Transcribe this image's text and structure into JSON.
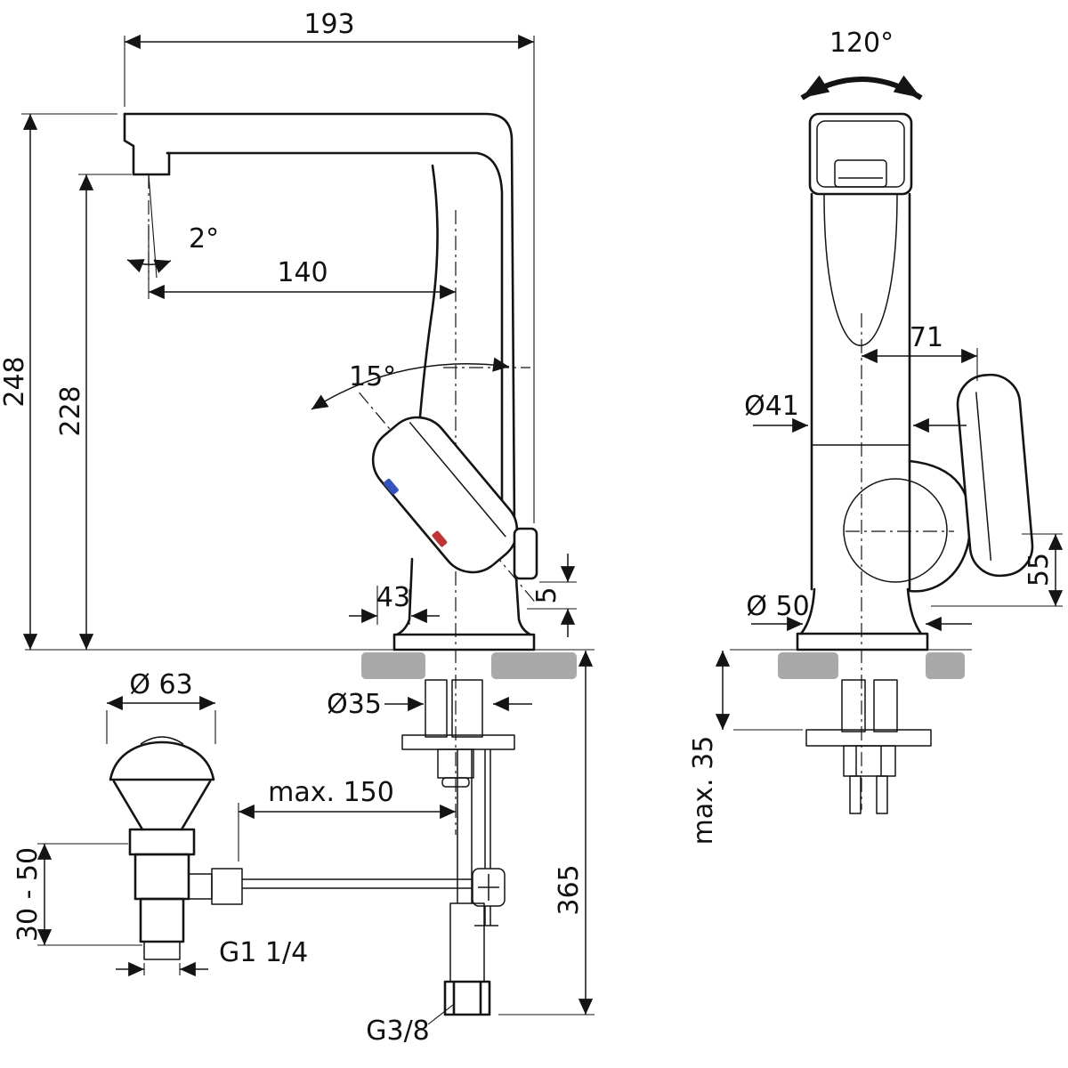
{
  "drawing": {
    "kind": "basin-mixer-technical-drawing",
    "views": {
      "side": {
        "dims": {
          "spout_reach": "193",
          "spout_angle": "2°",
          "outlet_to_center": "140",
          "total_height": "248",
          "outlet_height": "228",
          "handle_angle": "15°",
          "base_offset": "43",
          "base_lip": "5",
          "hole_diameter": "Ø35",
          "rod_reach": "max. 150",
          "hose_drop": "365",
          "waste_cap_diameter": "Ø 63",
          "waste_height_range": "30 - 50",
          "waste_thread": "G1 1/4",
          "hose_thread": "G3/8"
        }
      },
      "front": {
        "dims": {
          "swivel_angle": "120°",
          "handle_offset": "71",
          "body_diameter": "Ø41",
          "handle_drop": "55",
          "base_diameter": "Ø 50",
          "deck_thickness": "max. 35"
        }
      }
    },
    "colors": {
      "hot_marker": "#c23434",
      "cold_marker": "#3353c0",
      "deck_fill": "#a9a9a9",
      "line": "#141414"
    }
  }
}
